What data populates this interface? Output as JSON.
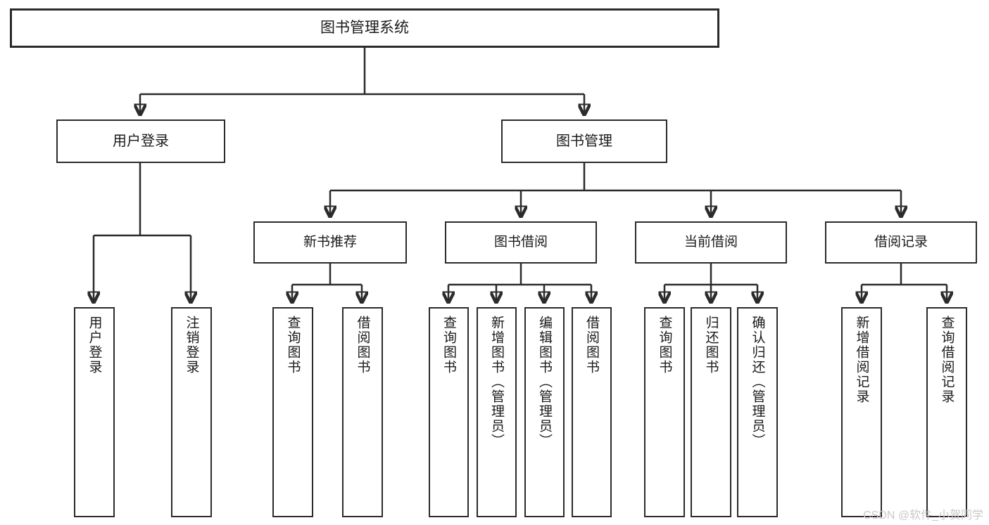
{
  "diagram": {
    "title": "图书管理系统",
    "type": "功能结构图",
    "background_color": "#ffffff",
    "line_color": "#2b2b2b",
    "box_border_color": "#2b2b2b",
    "box_fill_color": "#ffffff",
    "text_color": "#1a1a1a"
  },
  "root": {
    "label": "图书管理系统"
  },
  "level1": [
    {
      "label": "用户登录"
    },
    {
      "label": "图书管理"
    }
  ],
  "level2": [
    {
      "label": "新书推荐"
    },
    {
      "label": "图书借阅"
    },
    {
      "label": "当前借阅"
    },
    {
      "label": "借阅记录"
    }
  ],
  "leaves": {
    "user_login": [
      {
        "label": "用户登录"
      },
      {
        "label": "注销登录"
      }
    ],
    "new_book_recommend": [
      {
        "label": "查询图书"
      },
      {
        "label": "借阅图书"
      }
    ],
    "book_borrow": [
      {
        "label": "查询图书"
      },
      {
        "label": "新增图书（管理员）"
      },
      {
        "label": "编辑图书（管理员）"
      },
      {
        "label": "借阅图书"
      }
    ],
    "current_borrow": [
      {
        "label": "查询图书"
      },
      {
        "label": "归还图书"
      },
      {
        "label": "确认归还（管理员）"
      }
    ],
    "borrow_record": [
      {
        "label": "新增借阅记录"
      },
      {
        "label": "查询借阅记录"
      }
    ]
  },
  "watermark": {
    "text": "CSDN @软件_小贺同学",
    "color": "#c9c9c9"
  }
}
